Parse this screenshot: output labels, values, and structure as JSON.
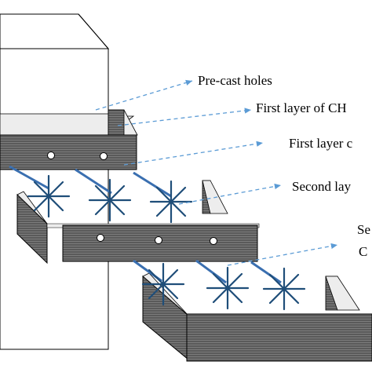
{
  "labels": {
    "precast_holes": "Pre-cast holes",
    "first_layer_ch": "First layer of CH",
    "first_layer_c": "First layer c",
    "second_layer": "Second lay",
    "se": "Se",
    "c": "C"
  },
  "colors": {
    "strip_face": "#5a5a5a",
    "strip_top": "#ededed",
    "strip_lines": "#8a8a8a",
    "star": "#1f4e79",
    "hole_fill": "#ffffff",
    "arrow_dashed": "#5b9bd5",
    "arrow_solid": "#3a6fb0",
    "outline": "#000000"
  }
}
